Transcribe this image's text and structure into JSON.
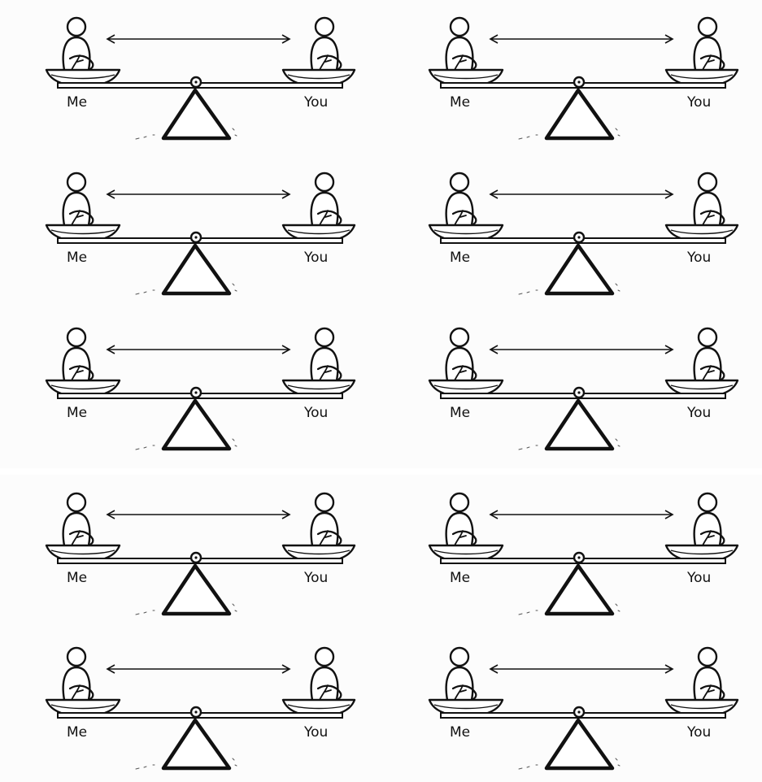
{
  "colors": {
    "ink": "#111111",
    "paper": "#fcfcfc",
    "divider": "#ffffff"
  },
  "panels": [
    {
      "left_label": "Me",
      "right_label": "You"
    },
    {
      "left_label": "Me",
      "right_label": "You"
    },
    {
      "left_label": "Me",
      "right_label": "You"
    },
    {
      "left_label": "Me",
      "right_label": "You"
    },
    {
      "left_label": "Me",
      "right_label": "You"
    },
    {
      "left_label": "Me",
      "right_label": "You"
    },
    {
      "left_label": "Me",
      "right_label": "You"
    },
    {
      "left_label": "Me",
      "right_label": "You"
    },
    {
      "left_label": "Me",
      "right_label": "You"
    },
    {
      "left_label": "Me",
      "right_label": "You"
    }
  ]
}
